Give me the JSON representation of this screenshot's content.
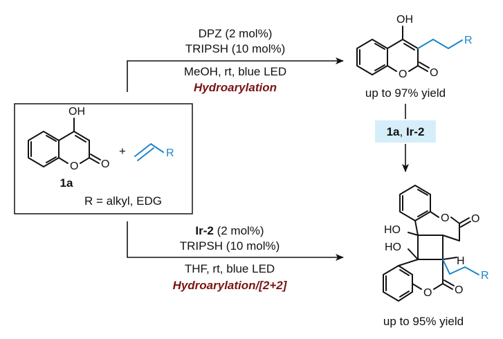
{
  "colors": {
    "accent_red": "#7a1414",
    "substituent_blue": "#1a86c8",
    "reagent_box_fill": "#d6eefa",
    "ink": "#111111"
  },
  "start": {
    "oh_label": "OH",
    "o_ring": "O",
    "o_carbonyl": "O",
    "compound_id": "1a",
    "plus": "+",
    "alkene_r": "R",
    "r_definition": "R = alkyl,  EDG"
  },
  "top_reaction": {
    "reagent_1": "DPZ (2 mol%)",
    "reagent_2": "TRIPSH (10 mol%)",
    "conditions": "MeOH, rt, blue LED",
    "name": "Hydroarylation"
  },
  "top_product": {
    "oh_label": "OH",
    "o_ring": "O",
    "o_carbonyl": "O",
    "r_label": "R",
    "yield": "up to 97% yield"
  },
  "middle_step": {
    "reagent_a": "1a",
    "separator": ", ",
    "reagent_b": "Ir-2"
  },
  "bottom_reaction": {
    "catalyst": "Ir-2",
    "catalyst_loading": " (2 mol%)",
    "reagent_2": "TRIPSH (10 mol%)",
    "conditions": "THF, rt, blue LED",
    "name": "Hydroarylation/[2+2]"
  },
  "bottom_product": {
    "ho_upper": "HO",
    "ho_lower": "HO",
    "h_label": "H",
    "o_ring_upper": "O",
    "o_carbonyl_upper": "O",
    "o_ring_lower": "O",
    "o_carbonyl_lower": "O",
    "r_label": "R",
    "yield": "up to 95% yield"
  }
}
